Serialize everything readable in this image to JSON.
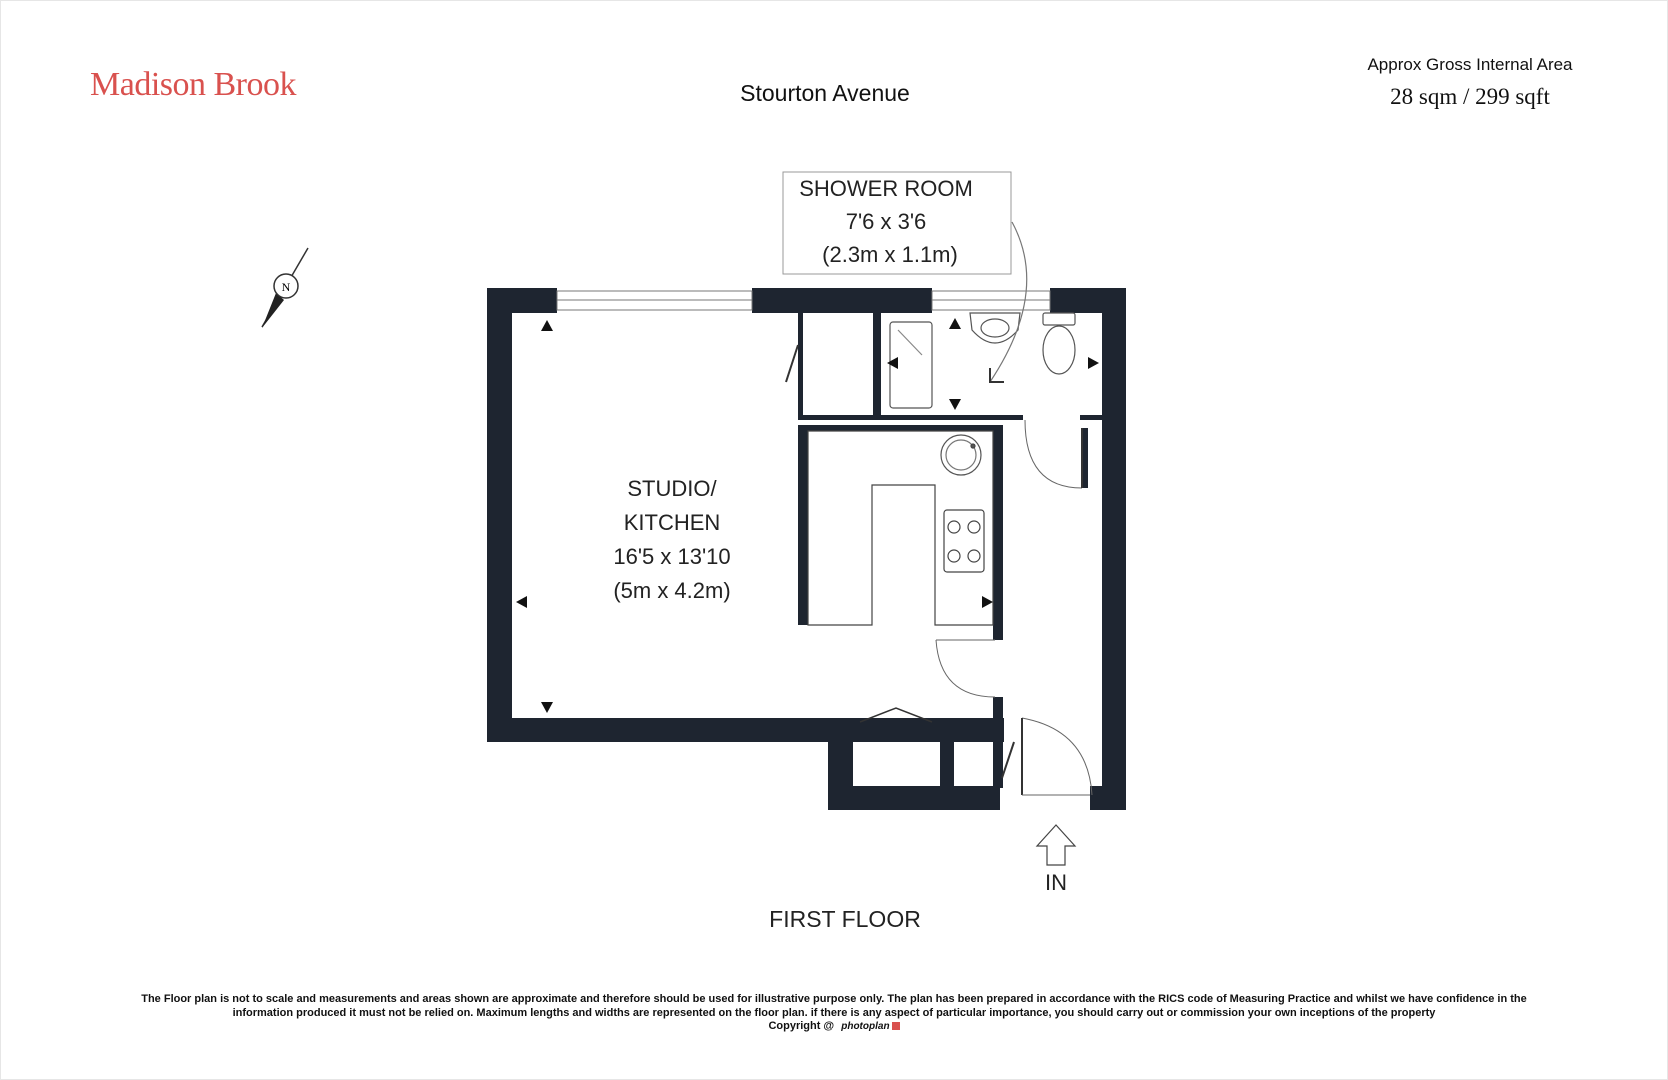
{
  "header": {
    "brand": "Madison Brook",
    "address": "Stourton Avenue",
    "area_label": "Approx Gross Internal Area",
    "area_value": "28 sqm / 299 sqft"
  },
  "rooms": {
    "shower_room": {
      "name": "SHOWER ROOM",
      "dim_imperial": "7'6 x 3'6",
      "dim_metric": "(2.3m x 1.1m)"
    },
    "studio": {
      "name_line1": "STUDIO/",
      "name_line2": "KITCHEN",
      "dim_imperial": "16'5 x 13'10",
      "dim_metric": "(5m x 4.2m)"
    }
  },
  "entrance": {
    "label": "IN"
  },
  "compass": {
    "label": "N"
  },
  "floor_label": "FIRST FLOOR",
  "footer": {
    "disclaimer": "The Floor plan is not to scale and measurements and areas shown are approximate and therefore should be used for illustrative purpose only. The plan has been prepared in accordance with the RICS code of Measuring Practice and whilst we have confidence in the information produced it must not be relied on. Maximum  lengths and widths are represented on the floor plan. if there is any aspect of particular importance, you should carry out or commission your own inceptions of the property",
    "copyright": "Copyright @",
    "photoplan": "photoplan"
  },
  "colors": {
    "wall": "#1e2530",
    "brand": "#d9514e"
  }
}
